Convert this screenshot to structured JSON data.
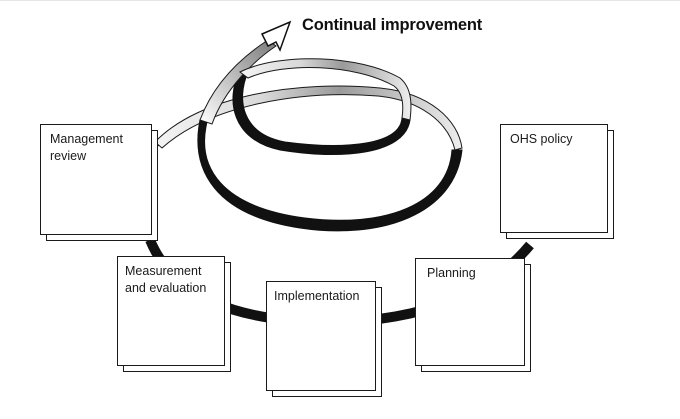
{
  "title": "Continual improvement",
  "boxes": {
    "management_review": {
      "line1": "Management",
      "line2": "review"
    },
    "ohs_policy": {
      "line1": "OHS policy"
    },
    "measurement_evaluation": {
      "line1": "Measurement",
      "line2": "and evaluation"
    },
    "implementation": {
      "line1": "Implementation"
    },
    "planning": {
      "line1": "Planning"
    }
  },
  "colors": {
    "band_dark": "#111111",
    "band_light": "#f2f2f2",
    "ink": "#1a1a1a"
  }
}
